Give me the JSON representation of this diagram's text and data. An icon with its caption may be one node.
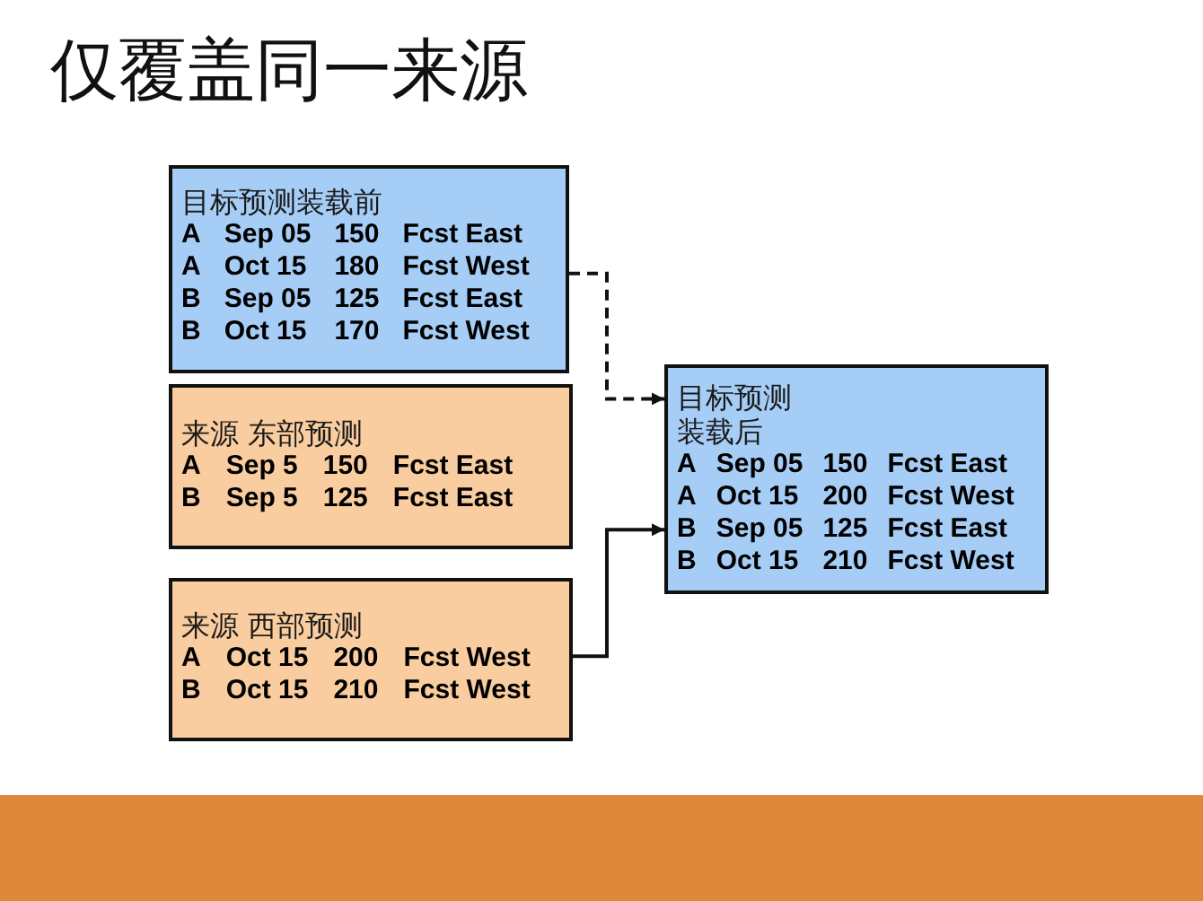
{
  "diagram": {
    "title": "仅覆盖同一来源",
    "nodes": [
      {
        "text": [
          "目标预测装载前",
          "A",
          "Sep 05",
          "150",
          "Fcst East",
          "A",
          "Oct 15",
          "180",
          "Fcst West",
          "B",
          "Sep 05",
          "125",
          "Fcst East",
          "B",
          "Oct 15",
          "170",
          "Fcst West"
        ]
      },
      {
        "text": [
          "来源 东部预测",
          "A",
          "Sep 5",
          "150",
          "Fcst East",
          "B",
          "Sep 5",
          "125",
          "Fcst East"
        ]
      },
      {
        "text": [
          "来源 西部预测",
          "A",
          "Oct 15",
          "200",
          "Fcst West",
          "B",
          "Oct 15",
          "210",
          "Fcst West"
        ]
      },
      {
        "text": [
          "目标预测装载后",
          "A",
          "Sep 05",
          "150",
          "Fcst East",
          "A",
          "Oct 15",
          "200",
          "Fcst West",
          "B",
          "Sep 05",
          "125",
          "Fcst East",
          "B",
          "Oct 15",
          "210",
          "Fcst West"
        ]
      }
    ],
    "edges": [
      {
        "from": 0,
        "to": 3,
        "arrow": "to",
        "style": "dashed"
      },
      {
        "from": 2,
        "to": 3,
        "arrow": "to"
      }
    ]
  }
}
